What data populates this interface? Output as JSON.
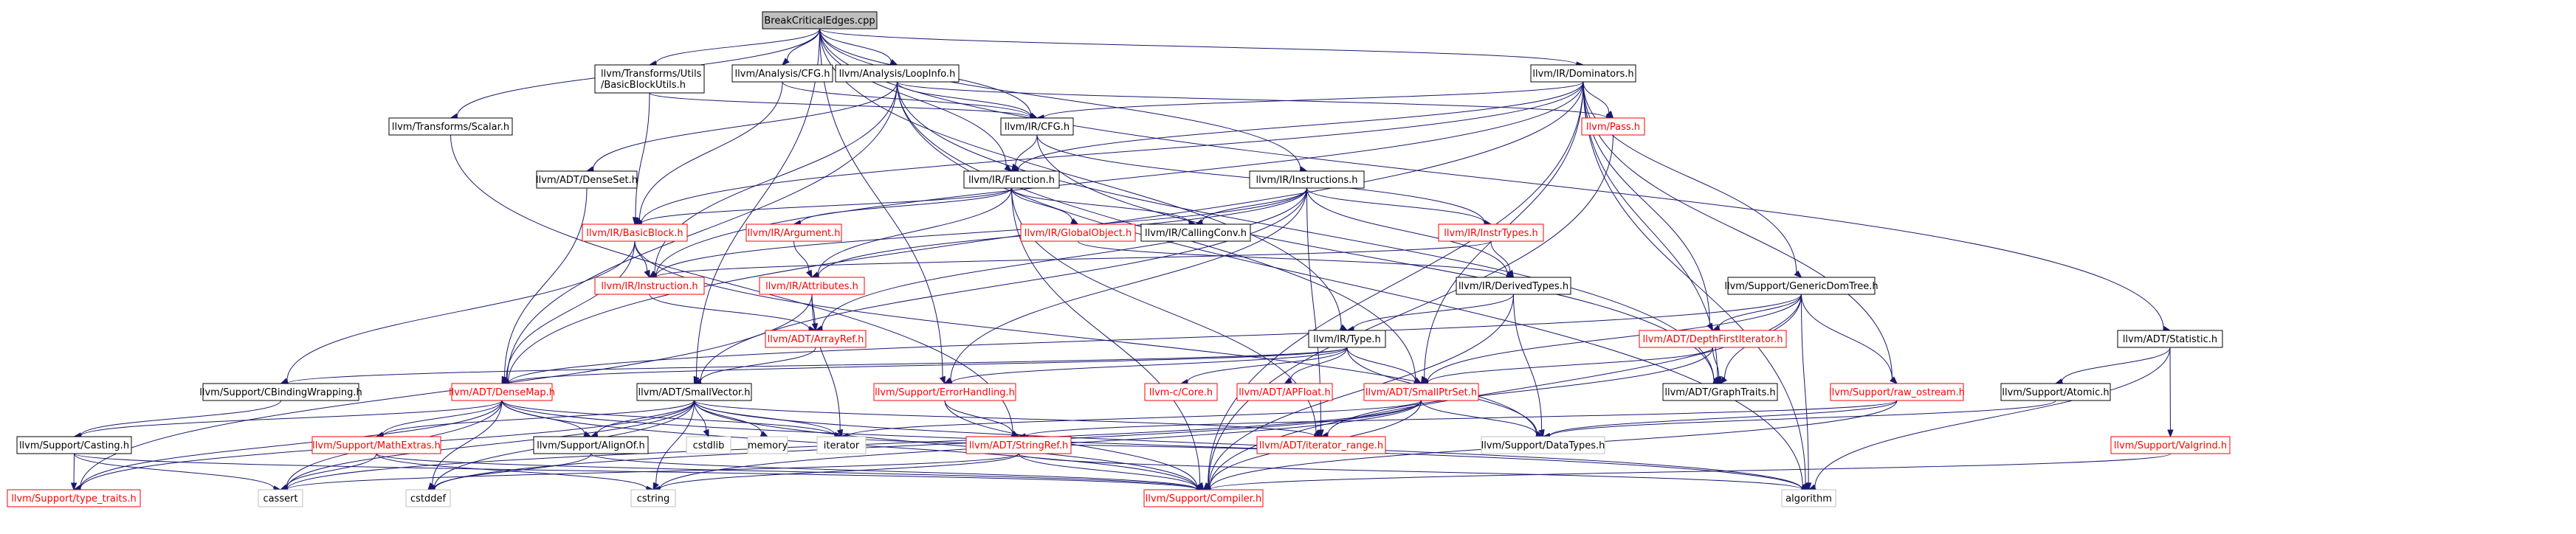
{
  "graph": {
    "nodes": [
      {
        "id": "root",
        "lines": [
          "BreakCriticalEdges.cpp"
        ],
        "style": "current"
      },
      {
        "id": "transforms_utils_bbu",
        "lines": [
          "llvm/Transforms/Utils",
          "/BasicBlockUtils.h"
        ],
        "style": "black"
      },
      {
        "id": "analysis_cfg",
        "lines": [
          "llvm/Analysis/CFG.h"
        ],
        "style": "black"
      },
      {
        "id": "analysis_loopinfo",
        "lines": [
          "llvm/Analysis/LoopInfo.h"
        ],
        "style": "black"
      },
      {
        "id": "ir_dominators",
        "lines": [
          "llvm/IR/Dominators.h"
        ],
        "style": "black"
      },
      {
        "id": "transforms_scalar",
        "lines": [
          "llvm/Transforms/Scalar.h"
        ],
        "style": "black"
      },
      {
        "id": "ir_cfg",
        "lines": [
          "llvm/IR/CFG.h"
        ],
        "style": "black"
      },
      {
        "id": "ir_pass",
        "lines": [
          "llvm/Pass.h"
        ],
        "style": "red"
      },
      {
        "id": "adt_denseset",
        "lines": [
          "llvm/ADT/DenseSet.h"
        ],
        "style": "black"
      },
      {
        "id": "ir_function",
        "lines": [
          "llvm/IR/Function.h"
        ],
        "style": "black"
      },
      {
        "id": "ir_instructions",
        "lines": [
          "llvm/IR/Instructions.h"
        ],
        "style": "black"
      },
      {
        "id": "ir_basicblock",
        "lines": [
          "llvm/IR/BasicBlock.h"
        ],
        "style": "red"
      },
      {
        "id": "ir_argument",
        "lines": [
          "llvm/IR/Argument.h"
        ],
        "style": "red"
      },
      {
        "id": "ir_globalobject",
        "lines": [
          "llvm/IR/GlobalObject.h"
        ],
        "style": "red"
      },
      {
        "id": "ir_callingconv",
        "lines": [
          "llvm/IR/CallingConv.h"
        ],
        "style": "black"
      },
      {
        "id": "ir_instrtypes",
        "lines": [
          "llvm/IR/InstrTypes.h"
        ],
        "style": "red"
      },
      {
        "id": "ir_instruction",
        "lines": [
          "llvm/IR/Instruction.h"
        ],
        "style": "red"
      },
      {
        "id": "ir_attributes",
        "lines": [
          "llvm/IR/Attributes.h"
        ],
        "style": "red"
      },
      {
        "id": "ir_derivedtypes",
        "lines": [
          "llvm/IR/DerivedTypes.h"
        ],
        "style": "black"
      },
      {
        "id": "support_genericdomtree",
        "lines": [
          "llvm/Support/GenericDomTree.h"
        ],
        "style": "black"
      },
      {
        "id": "adt_statistic",
        "lines": [
          "llvm/ADT/Statistic.h"
        ],
        "style": "black"
      },
      {
        "id": "adt_arrayref",
        "lines": [
          "llvm/ADT/ArrayRef.h"
        ],
        "style": "red"
      },
      {
        "id": "ir_type",
        "lines": [
          "llvm/IR/Type.h"
        ],
        "style": "black"
      },
      {
        "id": "adt_depthfirstiterator",
        "lines": [
          "llvm/ADT/DepthFirstIterator.h"
        ],
        "style": "red"
      },
      {
        "id": "support_cbindingwrapping",
        "lines": [
          "llvm/Support/CBindingWrapping.h"
        ],
        "style": "black"
      },
      {
        "id": "adt_densemap",
        "lines": [
          "llvm/ADT/DenseMap.h"
        ],
        "style": "red"
      },
      {
        "id": "adt_smallvector",
        "lines": [
          "llvm/ADT/SmallVector.h"
        ],
        "style": "black"
      },
      {
        "id": "support_errorhandling",
        "lines": [
          "llvm/Support/ErrorHandling.h"
        ],
        "style": "red"
      },
      {
        "id": "llvm_c_core",
        "lines": [
          "llvm-c/Core.h"
        ],
        "style": "red"
      },
      {
        "id": "adt_apfloat",
        "lines": [
          "llvm/ADT/APFloat.h"
        ],
        "style": "red"
      },
      {
        "id": "adt_smallptrset",
        "lines": [
          "llvm/ADT/SmallPtrSet.h"
        ],
        "style": "red"
      },
      {
        "id": "adt_graphtraits",
        "lines": [
          "llvm/ADT/GraphTraits.h"
        ],
        "style": "black"
      },
      {
        "id": "support_raw_ostream",
        "lines": [
          "llvm/Support/raw_ostream.h"
        ],
        "style": "red"
      },
      {
        "id": "support_atomic",
        "lines": [
          "llvm/Support/Atomic.h"
        ],
        "style": "black"
      },
      {
        "id": "support_casting",
        "lines": [
          "llvm/Support/Casting.h"
        ],
        "style": "black"
      },
      {
        "id": "support_mathextras",
        "lines": [
          "llvm/Support/MathExtras.h"
        ],
        "style": "red"
      },
      {
        "id": "support_alignof",
        "lines": [
          "llvm/Support/AlignOf.h"
        ],
        "style": "black"
      },
      {
        "id": "cstdlib",
        "lines": [
          "cstdlib"
        ],
        "style": "missing"
      },
      {
        "id": "memory",
        "lines": [
          "memory"
        ],
        "style": "missing"
      },
      {
        "id": "iterator",
        "lines": [
          "iterator"
        ],
        "style": "missing"
      },
      {
        "id": "adt_iterator_range",
        "lines": [
          "llvm/ADT/iterator_range.h"
        ],
        "style": "red"
      },
      {
        "id": "support_datatypes",
        "lines": [
          "llvm/Support/DataTypes.h"
        ],
        "style": "missing"
      },
      {
        "id": "support_valgrind",
        "lines": [
          "llvm/Support/Valgrind.h"
        ],
        "style": "red"
      },
      {
        "id": "adt_stringref",
        "lines": [
          "llvm/ADT/StringRef.h"
        ],
        "style": "red"
      },
      {
        "id": "support_type_traits",
        "lines": [
          "llvm/Support/type_traits.h"
        ],
        "style": "red"
      },
      {
        "id": "cassert",
        "lines": [
          "cassert"
        ],
        "style": "missing"
      },
      {
        "id": "cstddef",
        "lines": [
          "cstddef"
        ],
        "style": "missing"
      },
      {
        "id": "cstring",
        "lines": [
          "cstring"
        ],
        "style": "missing"
      },
      {
        "id": "support_compiler",
        "lines": [
          "llvm/Support/Compiler.h"
        ],
        "style": "red"
      },
      {
        "id": "algorithm",
        "lines": [
          "algorithm"
        ],
        "style": "missing"
      }
    ],
    "edges": [
      [
        "root",
        "transforms_utils_bbu"
      ],
      [
        "root",
        "analysis_cfg"
      ],
      [
        "root",
        "analysis_loopinfo"
      ],
      [
        "root",
        "ir_dominators"
      ],
      [
        "root",
        "transforms_scalar"
      ],
      [
        "root",
        "ir_cfg"
      ],
      [
        "root",
        "ir_function"
      ],
      [
        "root",
        "ir_instructions"
      ],
      [
        "root",
        "adt_smallvector"
      ],
      [
        "root",
        "support_errorhandling"
      ],
      [
        "root",
        "ir_type"
      ],
      [
        "root",
        "adt_statistic"
      ],
      [
        "transforms_utils_bbu",
        "ir_basicblock"
      ],
      [
        "transforms_utils_bbu",
        "ir_cfg"
      ],
      [
        "analysis_cfg",
        "ir_basicblock"
      ],
      [
        "analysis_cfg",
        "ir_cfg"
      ],
      [
        "analysis_loopinfo",
        "adt_denseset"
      ],
      [
        "analysis_loopinfo",
        "ir_cfg"
      ],
      [
        "analysis_loopinfo",
        "ir_pass"
      ],
      [
        "analysis_loopinfo",
        "adt_graphtraits"
      ],
      [
        "analysis_loopinfo",
        "ir_instruction"
      ],
      [
        "analysis_loopinfo",
        "adt_densemap"
      ],
      [
        "analysis_loopinfo",
        "adt_smallptrset"
      ],
      [
        "analysis_loopinfo",
        "algorithm"
      ],
      [
        "ir_dominators",
        "ir_cfg"
      ],
      [
        "ir_dominators",
        "ir_pass"
      ],
      [
        "ir_dominators",
        "ir_function"
      ],
      [
        "ir_dominators",
        "ir_basicblock"
      ],
      [
        "ir_dominators",
        "support_genericdomtree"
      ],
      [
        "ir_dominators",
        "adt_depthfirstiterator"
      ],
      [
        "ir_dominators",
        "adt_graphtraits"
      ],
      [
        "ir_dominators",
        "adt_smallptrset"
      ],
      [
        "ir_dominators",
        "support_raw_ostream"
      ],
      [
        "ir_dominators",
        "support_compiler"
      ],
      [
        "ir_dominators",
        "algorithm"
      ],
      [
        "ir_dominators",
        "adt_densemap"
      ],
      [
        "ir_dominators",
        "ir_instruction"
      ],
      [
        "transforms_scalar",
        "adt_stringref"
      ],
      [
        "ir_cfg",
        "ir_function"
      ],
      [
        "ir_cfg",
        "ir_instrtypes"
      ],
      [
        "ir_cfg",
        "adt_graphtraits"
      ],
      [
        "ir_pass",
        "support_compiler"
      ],
      [
        "adt_denseset",
        "adt_densemap"
      ],
      [
        "ir_function",
        "ir_basicblock"
      ],
      [
        "ir_function",
        "ir_argument"
      ],
      [
        "ir_function",
        "ir_globalobject"
      ],
      [
        "ir_function",
        "ir_callingconv"
      ],
      [
        "ir_function",
        "ir_attributes"
      ],
      [
        "ir_function",
        "support_compiler"
      ],
      [
        "ir_function",
        "adt_iterator_range"
      ],
      [
        "ir_instructions",
        "ir_instrtypes"
      ],
      [
        "ir_instructions",
        "ir_callingconv"
      ],
      [
        "ir_instructions",
        "ir_attributes"
      ],
      [
        "ir_instructions",
        "ir_derivedtypes"
      ],
      [
        "ir_instructions",
        "adt_arrayref"
      ],
      [
        "ir_instructions",
        "support_errorhandling"
      ],
      [
        "ir_instructions",
        "adt_smallvector"
      ],
      [
        "ir_instructions",
        "adt_iterator_range"
      ],
      [
        "ir_instructions",
        "ir_instruction"
      ],
      [
        "ir_basicblock",
        "ir_instruction"
      ],
      [
        "ir_basicblock",
        "support_cbindingwrapping"
      ],
      [
        "ir_basicblock",
        "adt_densemap"
      ],
      [
        "ir_basicblock",
        "support_datatypes"
      ],
      [
        "ir_argument",
        "ir_attributes"
      ],
      [
        "ir_globalobject",
        "ir_derivedtypes"
      ],
      [
        "ir_instrtypes",
        "ir_derivedtypes"
      ],
      [
        "ir_instrtypes",
        "ir_instruction"
      ],
      [
        "ir_instruction",
        "adt_arrayref"
      ],
      [
        "ir_attributes",
        "adt_arrayref"
      ],
      [
        "ir_attributes",
        "iterator"
      ],
      [
        "ir_attributes",
        "support_type_traits"
      ],
      [
        "ir_derivedtypes",
        "ir_type"
      ],
      [
        "ir_derivedtypes",
        "support_datatypes"
      ],
      [
        "ir_derivedtypes",
        "support_compiler"
      ],
      [
        "support_genericdomtree",
        "adt_depthfirstiterator"
      ],
      [
        "support_genericdomtree",
        "adt_graphtraits"
      ],
      [
        "support_genericdomtree",
        "adt_smallptrset"
      ],
      [
        "support_genericdomtree",
        "support_raw_ostream"
      ],
      [
        "support_genericdomtree",
        "algorithm"
      ],
      [
        "support_genericdomtree",
        "adt_densemap"
      ],
      [
        "support_genericdomtree",
        "support_compiler"
      ],
      [
        "adt_statistic",
        "support_atomic"
      ],
      [
        "adt_statistic",
        "support_valgrind"
      ],
      [
        "adt_statistic",
        "algorithm"
      ],
      [
        "adt_arrayref",
        "adt_smallvector"
      ],
      [
        "ir_type",
        "llvm_c_core"
      ],
      [
        "ir_type",
        "adt_apfloat"
      ],
      [
        "ir_type",
        "support_cbindingwrapping"
      ],
      [
        "ir_type",
        "support_errorhandling"
      ],
      [
        "ir_type",
        "support_datatypes"
      ],
      [
        "ir_type",
        "adt_smallptrset"
      ],
      [
        "ir_type",
        "adt_densemap"
      ],
      [
        "adt_depthfirstiterator",
        "adt_graphtraits"
      ],
      [
        "adt_depthfirstiterator",
        "adt_smallptrset"
      ],
      [
        "adt_depthfirstiterator",
        "adt_iterator_range"
      ],
      [
        "support_cbindingwrapping",
        "support_casting"
      ],
      [
        "adt_densemap",
        "support_casting"
      ],
      [
        "adt_densemap",
        "support_mathextras"
      ],
      [
        "adt_densemap",
        "support_alignof"
      ],
      [
        "adt_densemap",
        "support_type_traits"
      ],
      [
        "adt_densemap",
        "cassert"
      ],
      [
        "adt_densemap",
        "cstddef"
      ],
      [
        "adt_densemap",
        "iterator"
      ],
      [
        "adt_densemap",
        "algorithm"
      ],
      [
        "adt_densemap",
        "support_compiler"
      ],
      [
        "adt_smallvector",
        "support_mathextras"
      ],
      [
        "adt_smallvector",
        "support_alignof"
      ],
      [
        "adt_smallvector",
        "cstdlib"
      ],
      [
        "adt_smallvector",
        "memory"
      ],
      [
        "adt_smallvector",
        "iterator"
      ],
      [
        "adt_smallvector",
        "adt_iterator_range"
      ],
      [
        "adt_smallvector",
        "support_type_traits"
      ],
      [
        "adt_smallvector",
        "cassert"
      ],
      [
        "adt_smallvector",
        "cstddef"
      ],
      [
        "adt_smallvector",
        "cstring"
      ],
      [
        "adt_smallvector",
        "support_compiler"
      ],
      [
        "adt_smallvector",
        "algorithm"
      ],
      [
        "support_errorhandling",
        "adt_stringref"
      ],
      [
        "support_errorhandling",
        "support_compiler"
      ],
      [
        "adt_smallptrset",
        "iterator"
      ],
      [
        "adt_smallptrset",
        "support_datatypes"
      ],
      [
        "adt_smallptrset",
        "support_compiler"
      ],
      [
        "adt_smallptrset",
        "cassert"
      ],
      [
        "adt_smallptrset",
        "cstddef"
      ],
      [
        "adt_smallptrset",
        "cstring"
      ],
      [
        "support_raw_ostream",
        "support_datatypes"
      ],
      [
        "support_raw_ostream",
        "support_compiler"
      ],
      [
        "support_raw_ostream",
        "adt_stringref"
      ],
      [
        "support_atomic",
        "support_datatypes"
      ],
      [
        "support_casting",
        "support_type_traits"
      ],
      [
        "support_casting",
        "cassert"
      ],
      [
        "support_casting",
        "support_compiler"
      ],
      [
        "support_mathextras",
        "cassert"
      ],
      [
        "support_mathextras",
        "cstring"
      ],
      [
        "support_mathextras",
        "support_compiler"
      ],
      [
        "support_alignof",
        "cstddef"
      ],
      [
        "support_alignof",
        "support_compiler"
      ],
      [
        "adt_stringref",
        "cassert"
      ],
      [
        "adt_stringref",
        "cstring"
      ],
      [
        "adt_stringref",
        "algorithm"
      ],
      [
        "adt_stringref",
        "support_compiler"
      ],
      [
        "support_valgrind",
        "support_compiler"
      ],
      [
        "adt_iterator_range",
        "iterator"
      ]
    ]
  }
}
